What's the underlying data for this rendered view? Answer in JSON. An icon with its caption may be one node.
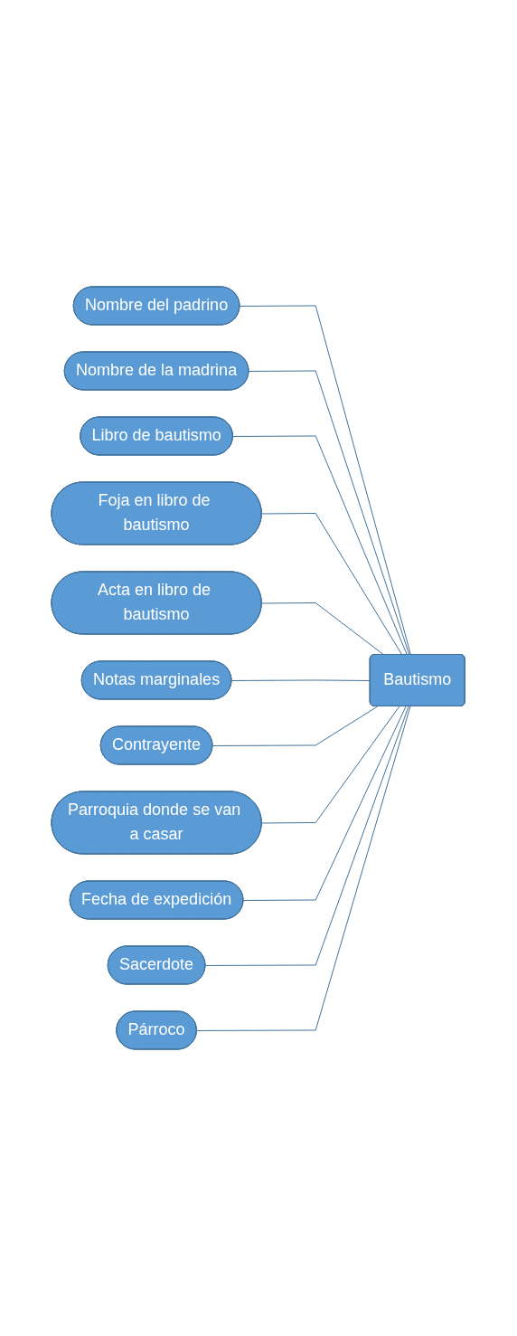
{
  "diagram": {
    "nodes": [
      {
        "text": [
          "Nombre del padrino"
        ]
      },
      {
        "text": [
          "Nombre de la madrina"
        ]
      },
      {
        "text": [
          "Libro de bautismo"
        ]
      },
      {
        "text": [
          "Foja en libro de bautismo"
        ]
      },
      {
        "text": [
          "Acta en libro de bautismo"
        ]
      },
      {
        "text": [
          "Notas marginales"
        ]
      },
      {
        "text": [
          "Contrayente"
        ]
      },
      {
        "text": [
          "Parroquia donde se van a casar"
        ]
      },
      {
        "text": [
          "Fecha de expedición"
        ]
      },
      {
        "text": [
          "Sacerdote"
        ]
      },
      {
        "text": [
          "Párroco"
        ]
      },
      {
        "text": [
          "Bautismo"
        ]
      }
    ],
    "edges": [
      {
        "from": 0,
        "to": 11,
        "arrow": "none"
      },
      {
        "from": 1,
        "to": 11,
        "arrow": "none"
      },
      {
        "from": 2,
        "to": 11,
        "arrow": "none"
      },
      {
        "from": 3,
        "to": 11,
        "arrow": "none"
      },
      {
        "from": 4,
        "to": 11,
        "arrow": "none"
      },
      {
        "from": 5,
        "to": 11,
        "arrow": "none"
      },
      {
        "from": 6,
        "to": 11,
        "arrow": "none"
      },
      {
        "from": 7,
        "to": 11,
        "arrow": "none"
      },
      {
        "from": 8,
        "to": 11,
        "arrow": "none"
      },
      {
        "from": 9,
        "to": 11,
        "arrow": "none"
      },
      {
        "from": 10,
        "to": 11,
        "arrow": "none"
      }
    ]
  }
}
